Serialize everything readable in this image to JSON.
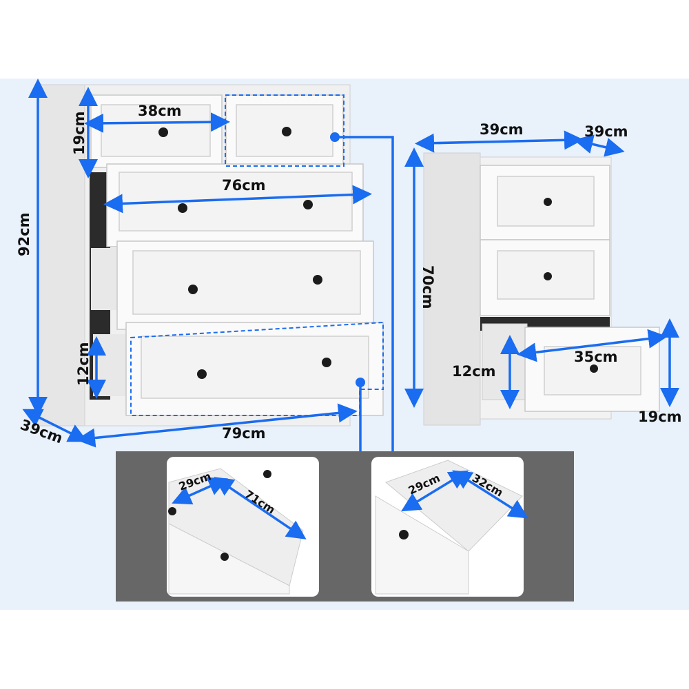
{
  "colors": {
    "accent": "#1a6cf0",
    "background": "#e9f1fb",
    "inset_panel": "#676767"
  },
  "large_chest": {
    "height": "92cm",
    "depth": "39cm",
    "width": "79cm",
    "top_drawer_width": "38cm",
    "top_drawer_height": "19cm",
    "long_drawer_width": "76cm",
    "bottom_drawer_height": "12cm"
  },
  "small_chest": {
    "width": "39cm",
    "depth": "39cm",
    "height": "70cm",
    "drawer_width": "35cm",
    "drawer_inner_height": "12cm",
    "drawer_height": "19cm"
  },
  "detail_large_drawer": {
    "inner_depth": "29cm",
    "inner_width": "71cm"
  },
  "detail_small_drawer": {
    "inner_depth": "29cm",
    "inner_width": "32cm"
  }
}
